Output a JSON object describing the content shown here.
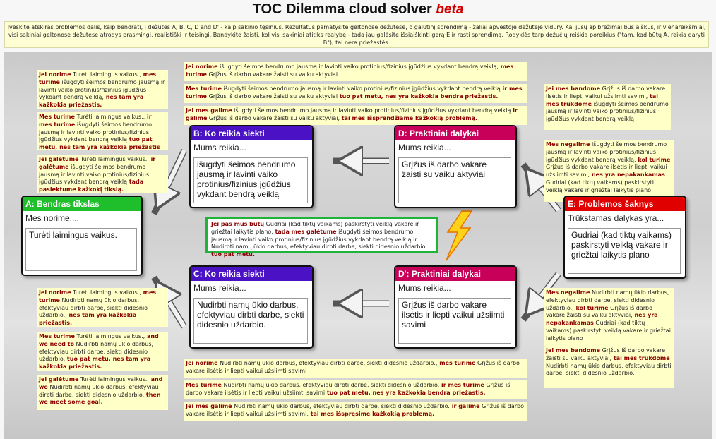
{
  "header": {
    "title": "TOC Dilemma cloud solver",
    "beta": "beta"
  },
  "intro": "Įveskite atskiras problemos dalis, kaip bendrati, į dėžutes A, B, C, D and D' - kaip sakinio tęsinius. Rezultatus pamatysite geltonose dėžutėse, o galutinį sprendimą - žaliai apvestoje dėžutėje vidury. Kai jūsų apibrėžimai bus aiškūs, ir vienareikšmiai, visi sakiniai geltonose dėžutėse atrodys prasmingi, realistiški ir teisingi. Bandykite žaisti, kol visi sakiniai atitiks realybę - tada jau galėsite išsiaiškinti gerą E ir rasti sprendimą. Rodyklės tarp dėžučių reiškia poreikius (\"tam, kad būtų A, reikia daryti B\"), tai nėra priežastės.",
  "colors": {
    "a": "#1fbf2c",
    "b": "#4a12c4",
    "c": "#4a12c4",
    "d": "#c8005a",
    "dp": "#c8005a",
    "e": "#e00000",
    "center_border": "#1fb33a",
    "keyword": "#8b0000",
    "note_bg": "#ffffc8"
  },
  "boxes": {
    "a": {
      "header": "A: Bendras tikslas",
      "label": "Mes norime....",
      "value": "Turėti laimingus vaikus."
    },
    "b": {
      "header": "B: Ko reikia siekti",
      "label": "Mums reikia...",
      "value": "išugdyti šeimos bendrumo jausmą ir lavinti vaiko protinius/fizinius įgūdžius vykdant bendrą veiklą"
    },
    "c": {
      "header": "C: Ko reikia siekti",
      "label": "Mums reikia...",
      "value": "Nudirbti namų ūkio darbus, efektyviau dirbti darbe, siekti didesnio uždarbio."
    },
    "d": {
      "header": "D: Praktiniai dalykai",
      "label": "Mums reikia...",
      "value": "Grįžus iš darbo vakare žaisti su vaiku aktyviai"
    },
    "dp": {
      "header": "D': Praktiniai dalykai",
      "label": "Mums reikia...",
      "value": "Grįžus iš darbo vakare ilsėtis ir liepti vaikui užsiimti savimi"
    },
    "e": {
      "header": "E: Problemos šaknys",
      "label": "Trūkstamas dalykas yra...",
      "value": "Gudriai (kad tiktų vaikams) paskirstyti veiklą vakare ir griežtai laikytis plano"
    }
  },
  "center": {
    "k1": "Jei pas mus būtų",
    "t1": " Gudriai (kad tiktų vaikams) paskirstyti veiklą vakare ir griežtai laikytis plano,",
    "k2": " tada mes galėtume",
    "t2": " išugdyti šeimos bendrumo jausmą ir lavinti vaiko protinius/fizinius įgūdžius vykdant bendrą veiklą ir Nudirbti namų ūkio darbus, efektyviau dirbti darbe, siekti didesnio uždarbio.",
    "k3": " tuo pat metu."
  },
  "notes": {
    "left_top": [
      {
        "k1": "Jei norime",
        "t1": " Turėti laimingus vaikus.,",
        "k2": " mes turime",
        "t2": " išugdyti šeimos bendrumo jausmą ir lavinti vaiko protinius/fizinius įgūdžius vykdant bendrą veiklą,",
        "k3": " nes tam yra kažkokia priežastis."
      },
      {
        "k1": "Mes turime",
        "t1": " Turėti laimingus vaikus.,",
        "k2": " ir mes turime",
        "t2": " išugdyti šeimos bendrumo jausmą ir lavinti vaiko protinius/fizinius įgūdžius vykdant bendrą veiklą",
        "k3": " tuo pat metu, nes tam yra kažkokia priežastis"
      },
      {
        "k1": "Jei galėtume",
        "t1": " Turėti laimingus vaikus.,",
        "k2": " ir galėtume",
        "t2": " išugdyti šeimos bendrumo jausmą ir lavinti vaiko protinius/fizinius įgūdžius vykdant bendrą veiklą",
        "k3": " tada pasiektume kažkokį tikslą."
      }
    ],
    "left_bottom": [
      {
        "k1": "Jei norime",
        "t1": " Turėti laimingus vaikus.,",
        "k2": " mes turime",
        "t2": " Nudirbti namų ūkio darbus, efektyviau dirbti darbe, siekti didesnio uždarbio.,",
        "k3": " nes tam yra kažkokia priežastis."
      },
      {
        "k1": "Mes turime",
        "t1": " Turėti laimingus vaikus.,",
        "k2": " and we need to",
        "t2": " Nudirbti namų ūkio darbus, efektyviau dirbti darbe, siekti didesnio uždarbio.",
        "k3": " tuo pat metu, nes tam yra kažkokia priežastis."
      },
      {
        "k1": "Jei galėtume",
        "t1": " Turėti laimingus vaikus.,",
        "k2": " and we",
        "t2": " Nudirbti namų ūkio darbus, efektyviau dirbti darbe, siekti didesnio uždarbio.",
        "k3": " then we meet some goal."
      }
    ],
    "top_center": [
      {
        "k1": "Jei norime",
        "t1": " išugdyti šeimos bendrumo jausmą ir lavinti vaiko protinius/fizinius įgūdžius vykdant bendrą veiklą,",
        "k2": " mes turime",
        "t2": " Grįžus iš darbo vakare žaisti su vaiku aktyviai",
        "k3": ""
      },
      {
        "k1": "Mes turime",
        "t1": " išugdyti šeimos bendrumo jausmą ir lavinti vaiko protinius/fizinius įgūdžius vykdant bendrą veiklą",
        "k2": " ir mes turime",
        "t2": " Grįžus iš darbo vakare žaisti su vaiku aktyviai",
        "k3": " tuo pat metu, nes yra kažkokia bendra priežastis."
      },
      {
        "k1": "Jei mes galime",
        "t1": " išugdyti šeimos bendrumo jausmą ir lavinti vaiko protinius/fizinius įgūdžius vykdant bendrą veiklą",
        "k2": " ir galime",
        "t2": " Grįžus iš darbo vakare žaisti su vaiku aktyviai,",
        "k3": " tai mes išsprendžiame kažkokią problemą."
      }
    ],
    "bottom_center": [
      {
        "k1": "Jei norime",
        "t1": " Nudirbti namų ūkio darbus, efektyviau dirbti darbe, siekti didesnio uždarbio.,",
        "k2": " mes turime",
        "t2": " Grįžus iš darbo vakare ilsėtis ir liepti vaikui užsiimti savimi",
        "k3": ""
      },
      {
        "k1": "Mes turime",
        "t1": " Nudirbti namų ūkio darbus, efektyviau dirbti darbe, siekti didesnio uždarbio.",
        "k2": " ir mes turime",
        "t2": " Grįžus iš darbo vakare ilsėtis ir liepti vaikui užsiimti savimi",
        "k3": " tuo pat metu, nes yra kažkokia bendra priežastis."
      },
      {
        "k1": "Jei mes galime",
        "t1": " Nudirbti namų ūkio darbus, efektyviau dirbti darbe, siekti didesnio uždarbio.",
        "k2": " ir galime",
        "t2": " Grįžus iš darbo vakare ilsėtis ir liepti vaikui užsiimti savimi,",
        "k3": " tai mes išspręsime kažkokią problemą."
      }
    ],
    "right_top": [
      {
        "k1": "Jei mes bandome",
        "t1": " Grįžus iš darbo vakare ilsėtis ir liepti vaikui užsiimti savimi,",
        "k2": " tai mes trukdome",
        "t2": " išugdyti šeimos bendrumo jausmą ir lavinti vaiko protinius/fizinius įgūdžius vykdant bendrą veiklą",
        "k3": ""
      },
      {
        "k1": "Mes negalime",
        "t1": " išugdyti šeimos bendrumo jausmą ir lavinti vaiko protinius/fizinius įgūdžius vykdant bendrą veiklą,",
        "k2": " kol turime",
        "t2": " Grįžus iš darbo vakare ilsėtis ir liepti vaikui užsiimti savimi,",
        "k3": " nes yra nepakankamas",
        "t3": " Gudriai (kad tiktų vaikams) paskirstyti veiklą vakare ir griežtai laikytis plano"
      }
    ],
    "right_bottom": [
      {
        "k1": "Mes negalime",
        "t1": " Nudirbti namų ūkio darbus, efektyviau dirbti darbe, siekti didesnio uždarbio.,",
        "k2": " kol turime",
        "t2": " Grįžus iš darbo vakare žaisti su vaiku aktyviai,",
        "k3": " nes yra nepakankamas",
        "t3": " Gudriai (kad tiktų vaikams) paskirstyti veiklą vakare ir griežtai laikytis plano"
      },
      {
        "k1": "Jei mes bandome",
        "t1": " Grįžus iš darbo vakare žaisti su vaiku aktyviai,",
        "k2": " tai mes trukdome",
        "t2": " Nudirbti namų ūkio darbus, efektyviau dirbti darbe, siekti didesnio uždarbio.",
        "k3": ""
      }
    ]
  }
}
